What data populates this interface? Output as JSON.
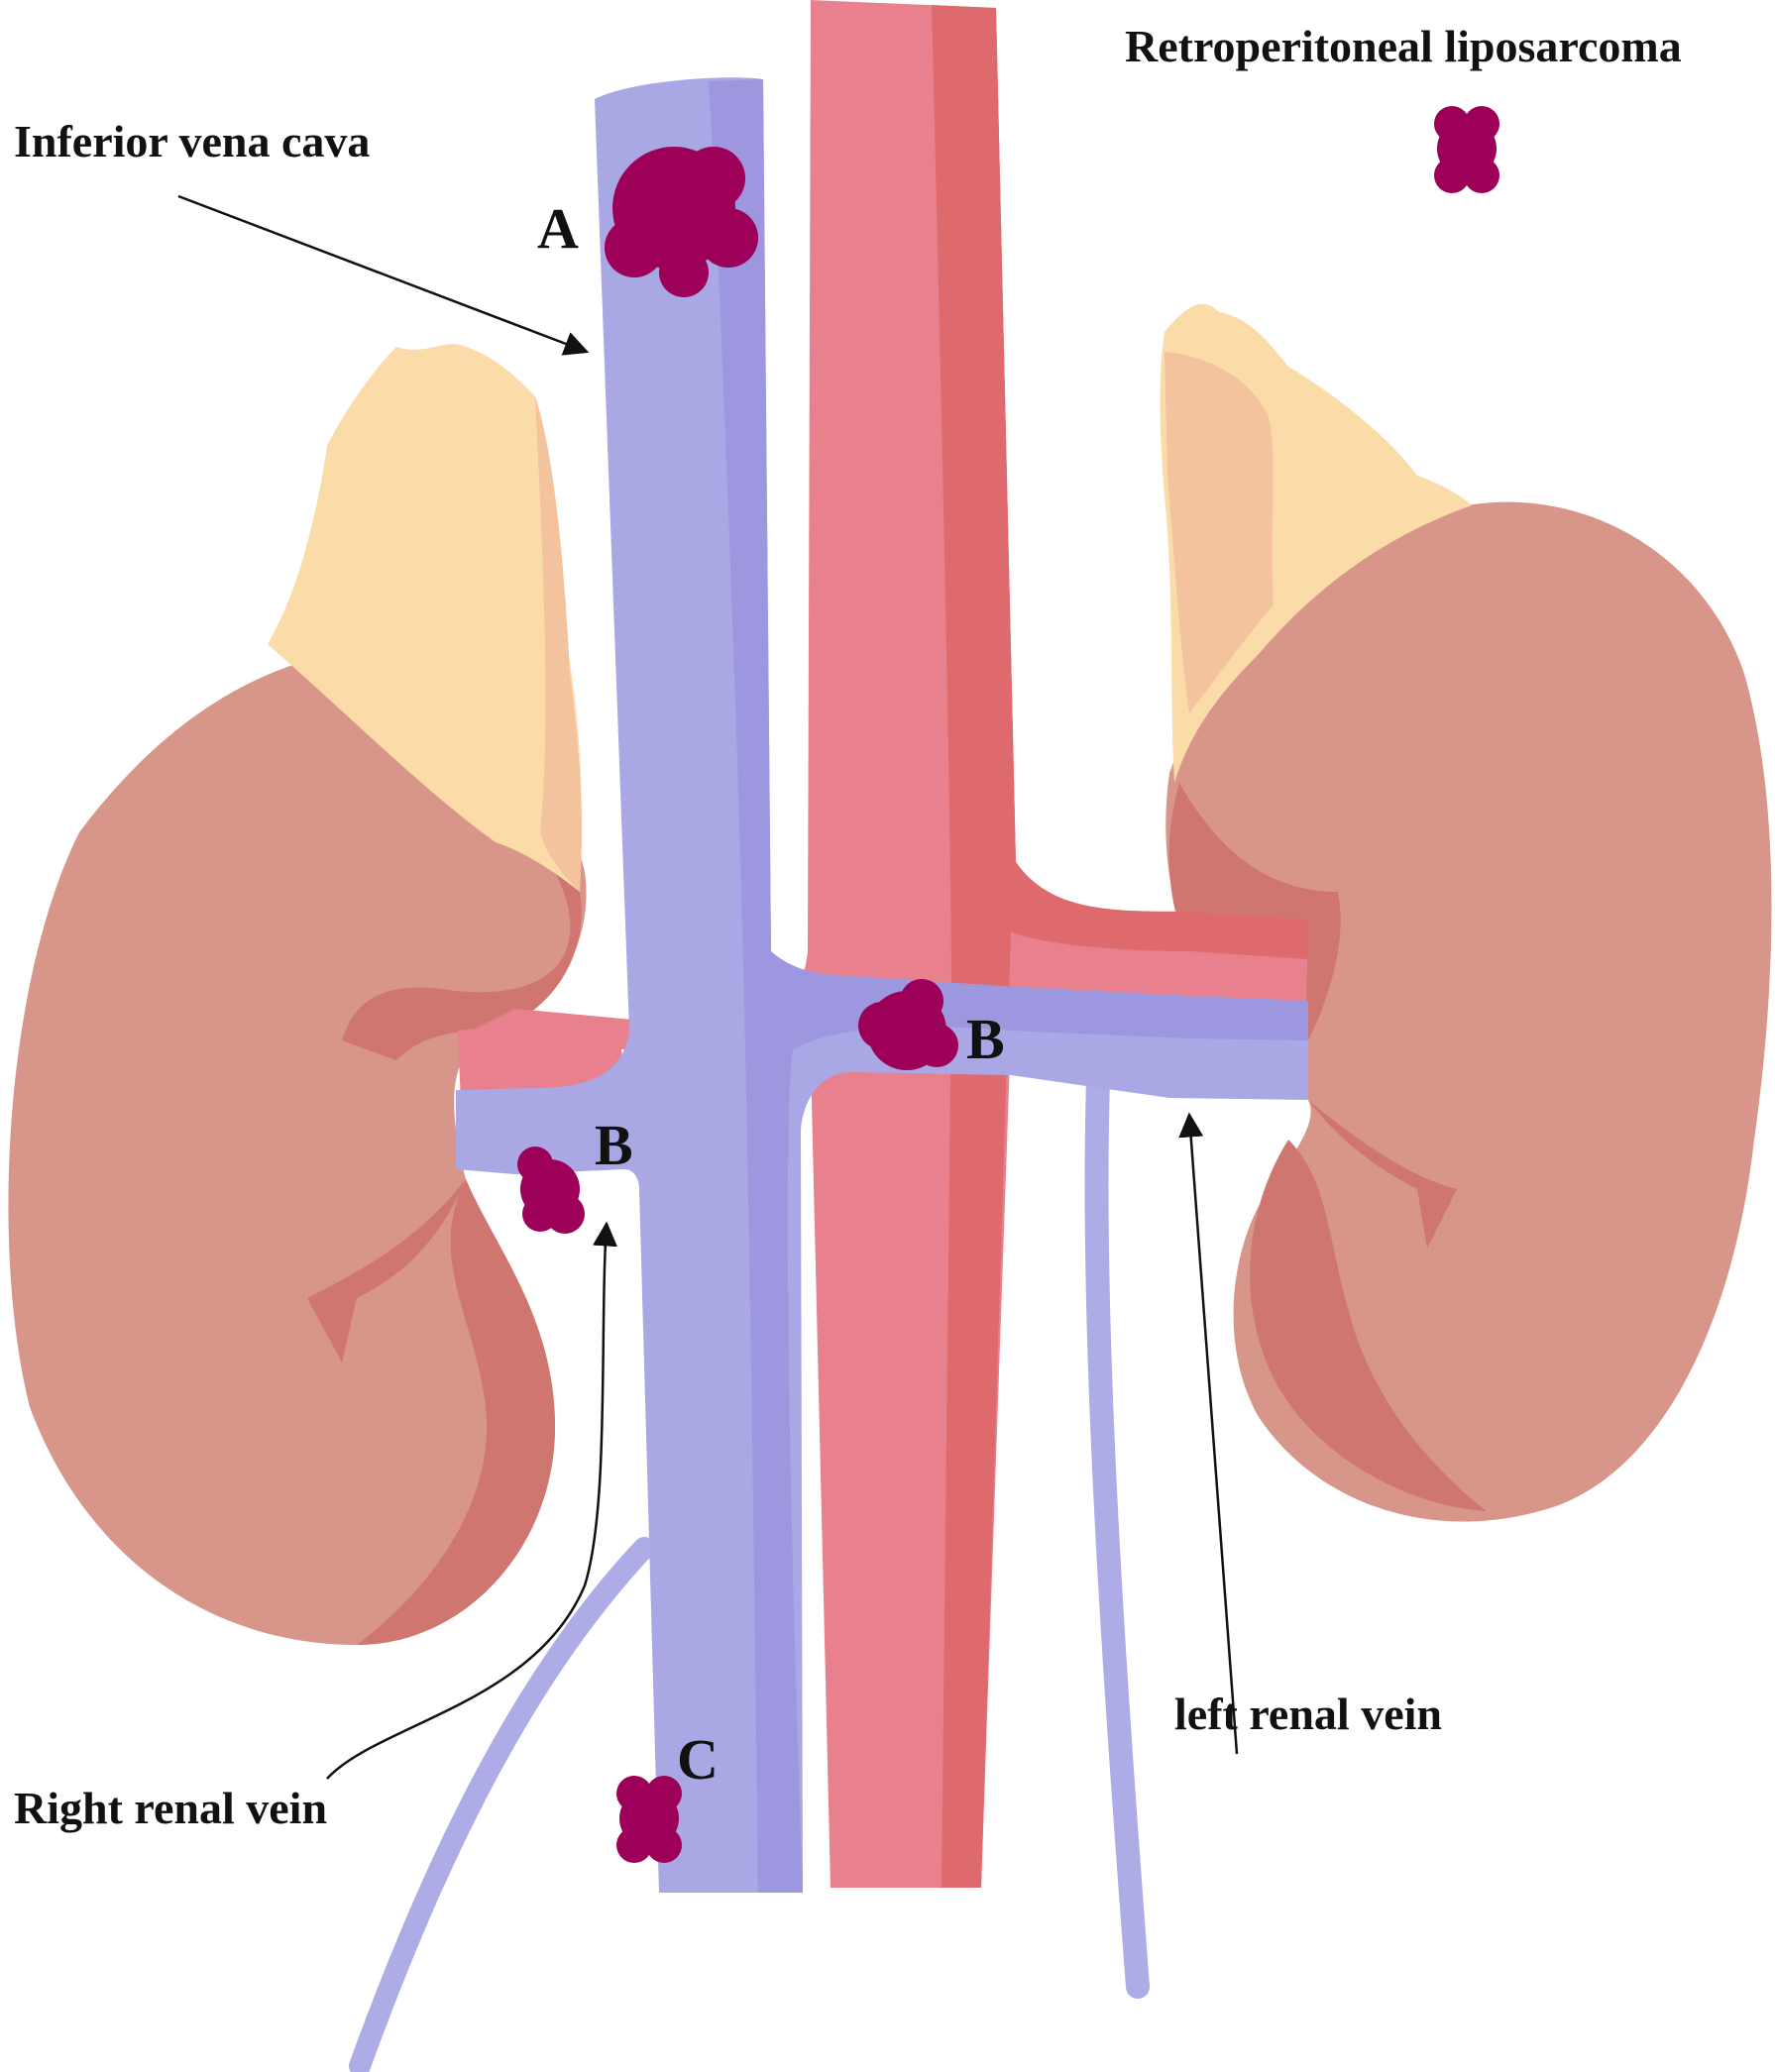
{
  "labels": {
    "ivc": "Inferior vena cava",
    "legend": "Retroperitoneal  liposarcoma",
    "right_vein": "Right renal vein",
    "left_vein": "left renal vein"
  },
  "sites": {
    "a": "A",
    "b_right": "B",
    "b_left": "B",
    "c": "C"
  },
  "colors": {
    "vein": "#a9a7e4",
    "vein_shade": "#9d97e0",
    "artery": "#e8808e",
    "artery_shade": "#de6a6e",
    "kidney": "#d8968a",
    "kidney_shade": "#cf7670",
    "adrenal": "#fbdba8",
    "adrenal_shade": "#f2c39c",
    "tumor": "#9c0058"
  }
}
